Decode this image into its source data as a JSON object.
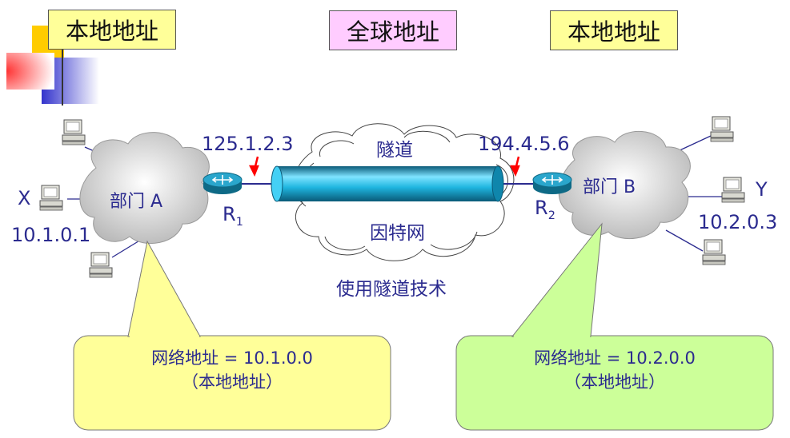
{
  "headers": {
    "local_left": "本地地址",
    "global": "全球地址",
    "local_right": "本地地址"
  },
  "dept_a": {
    "label": "部门 A",
    "host_name": "X",
    "host_ip": "10.1.0.1"
  },
  "dept_b": {
    "label": "部门 B",
    "host_name": "Y",
    "host_ip": "10.2.0.3"
  },
  "routers": {
    "r1": {
      "name": "R",
      "sub": "1",
      "ip": "125.1.2.3"
    },
    "r2": {
      "name": "R",
      "sub": "2",
      "ip": "194.4.5.6"
    }
  },
  "internet": {
    "tunnel_label": "隧道",
    "cloud_label": "因特网",
    "caption": "使用隧道技术"
  },
  "callout_a": {
    "line1": "网络地址 = 10.1.0.0",
    "line2": "（本地地址）"
  },
  "callout_b": {
    "line1": "网络地址 = 10.2.0.0",
    "line2": "（本地地址）"
  },
  "colors": {
    "header_yellow": "#ffff99",
    "header_pink": "#ffccff",
    "callout_a_fill": "#ffff99",
    "callout_b_fill": "#ccff99",
    "text_blue": "#2b2b8f",
    "tunnel": "#1fb6e0",
    "router": "#1c8fb0",
    "arrow_red": "#ff0000"
  }
}
